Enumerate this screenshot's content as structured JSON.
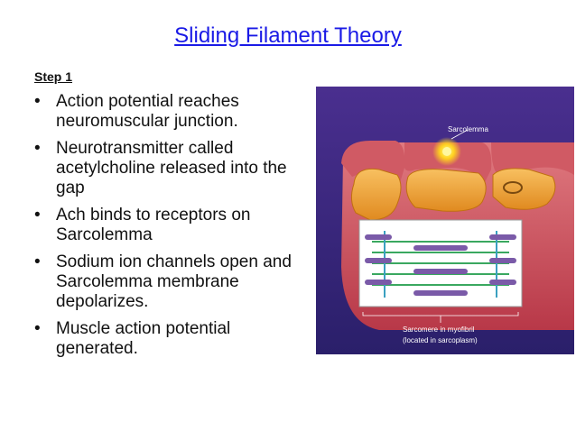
{
  "slide": {
    "title": "Sliding Filament Theory",
    "step_label": "Step 1",
    "bullets": [
      "Action potential reaches neuromuscular junction.",
      "Neurotransmitter called acetylcholine released into the gap",
      "Ach binds to receptors on Sarcolemma",
      "Sodium ion channels open and Sarcolemma membrane depolarizes.",
      "Muscle action potential generated."
    ],
    "bullet_glyph": "•"
  },
  "figure": {
    "label_sarcolemma": "Sarcolemma",
    "caption_line1": "Sarcomere in myofibril",
    "caption_line2": "(located in sarcoplasm)",
    "colors": {
      "background": "#3a2a86",
      "membrane": "#c84a55",
      "vesicle": "#f0a832",
      "thick_filament": "#7a5aa8",
      "thin_filament": "#3aa860"
    }
  }
}
